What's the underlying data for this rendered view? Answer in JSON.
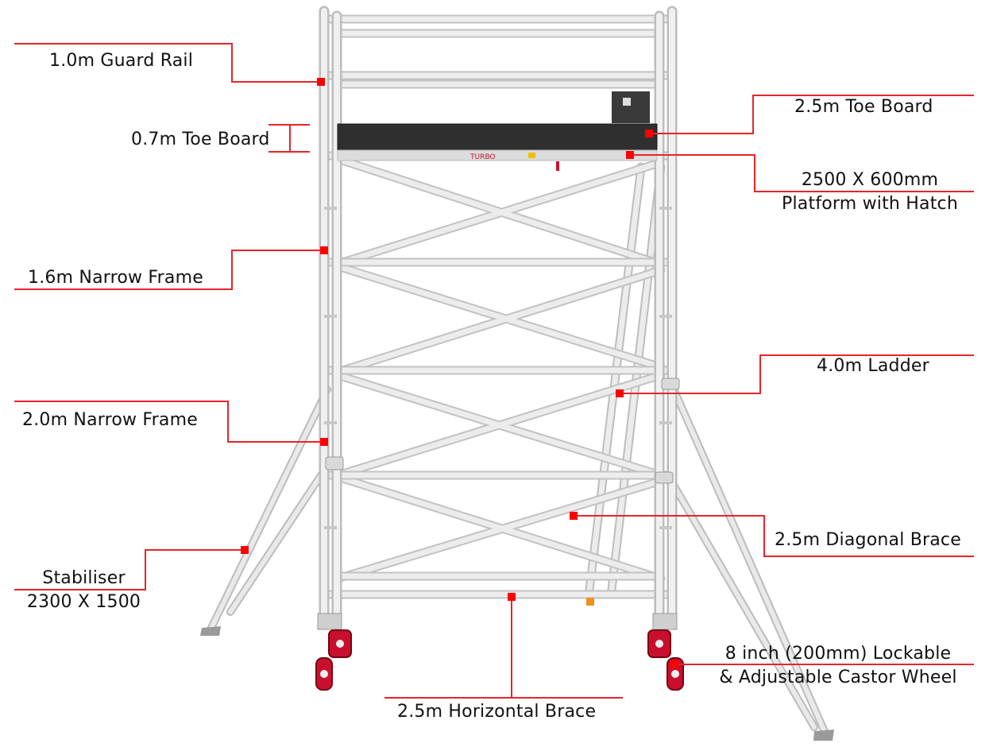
{
  "colors": {
    "callout": "#e8242a",
    "marker": "#ff0000",
    "tube": "#e6e6e6",
    "tube_edge": "#b9b9b9",
    "toe_board": "#303030",
    "wheel_red": "#c8102e"
  },
  "brand_mark": "TURBO",
  "labels": {
    "guard_rail": "1.0m Guard Rail",
    "toe_board_small": "0.7m Toe Board",
    "toe_board_large": "2.5m Toe Board",
    "platform_line1": "2500 X 600mm",
    "platform_line2": "Platform with Hatch",
    "narrow_frame_16": "1.6m Narrow Frame",
    "ladder": "4.0m Ladder",
    "narrow_frame_20": "2.0m Narrow Frame",
    "diagonal_brace": "2.5m Diagonal Brace",
    "stabiliser_line1": "Stabiliser",
    "stabiliser_line2": "2300 X 1500",
    "castor_line1": "8 inch (200mm) Lockable",
    "castor_line2": "& Adjustable Castor Wheel",
    "horizontal_brace": "2.5m Horizontal Brace"
  }
}
